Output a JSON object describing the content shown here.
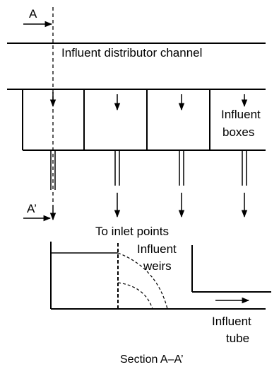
{
  "labels": {
    "section_marker_top": "A",
    "section_marker_bottom": "A’",
    "channel": "Influent distributor channel",
    "boxes_line1": "Influent",
    "boxes_line2": "boxes",
    "inlet": "To inlet points",
    "weirs_line1": "Influent",
    "weirs_line2": "weirs",
    "tube_line1": "Influent",
    "tube_line2": "tube",
    "caption": "Section A–A’"
  },
  "colors": {
    "ink": "#000000",
    "background": "#ffffff"
  }
}
